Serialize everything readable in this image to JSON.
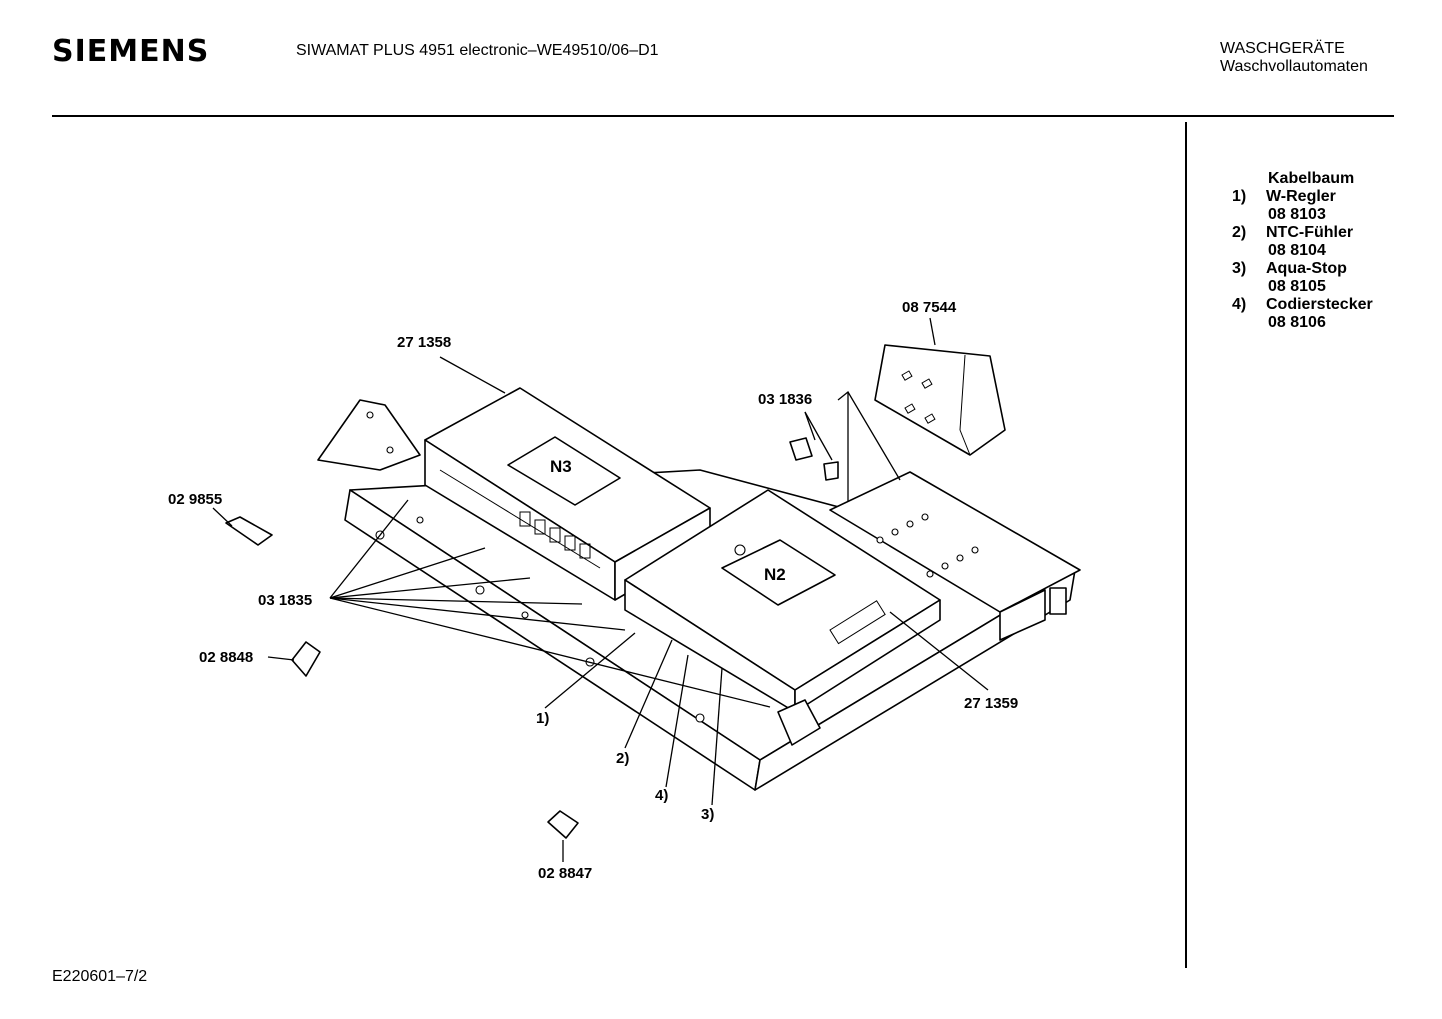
{
  "header": {
    "brand": "SIEMENS",
    "document_title": "SIWAMAT PLUS 4951 electronic–WE49510/06–D1",
    "category_line1": "WASCHGERÄTE",
    "category_line2": "Waschvollautomaten"
  },
  "footer": {
    "code": "E220601–7/2"
  },
  "legend": {
    "heading": "Kabelbaum",
    "items": [
      {
        "num": "1)",
        "name": "W-Regler",
        "code": "08 8103"
      },
      {
        "num": "2)",
        "name": "NTC-Fühler",
        "code": "08 8104"
      },
      {
        "num": "3)",
        "name": "Aqua-Stop",
        "code": "08 8105"
      },
      {
        "num": "4)",
        "name": "Codierstecker",
        "code": "08 8106"
      }
    ]
  },
  "diagram": {
    "module_n3": "N3",
    "module_n2": "N2",
    "part_labels": {
      "p271358": "27 1358",
      "p087544": "08 7544",
      "p031836": "03 1836",
      "p029855": "02 9855",
      "p031835": "03 1835",
      "p028848": "02 8848",
      "p271359": "27 1359",
      "p028847": "02 8847"
    },
    "callouts": {
      "c1": "1)",
      "c2": "2)",
      "c3": "3)",
      "c4": "4)"
    }
  }
}
